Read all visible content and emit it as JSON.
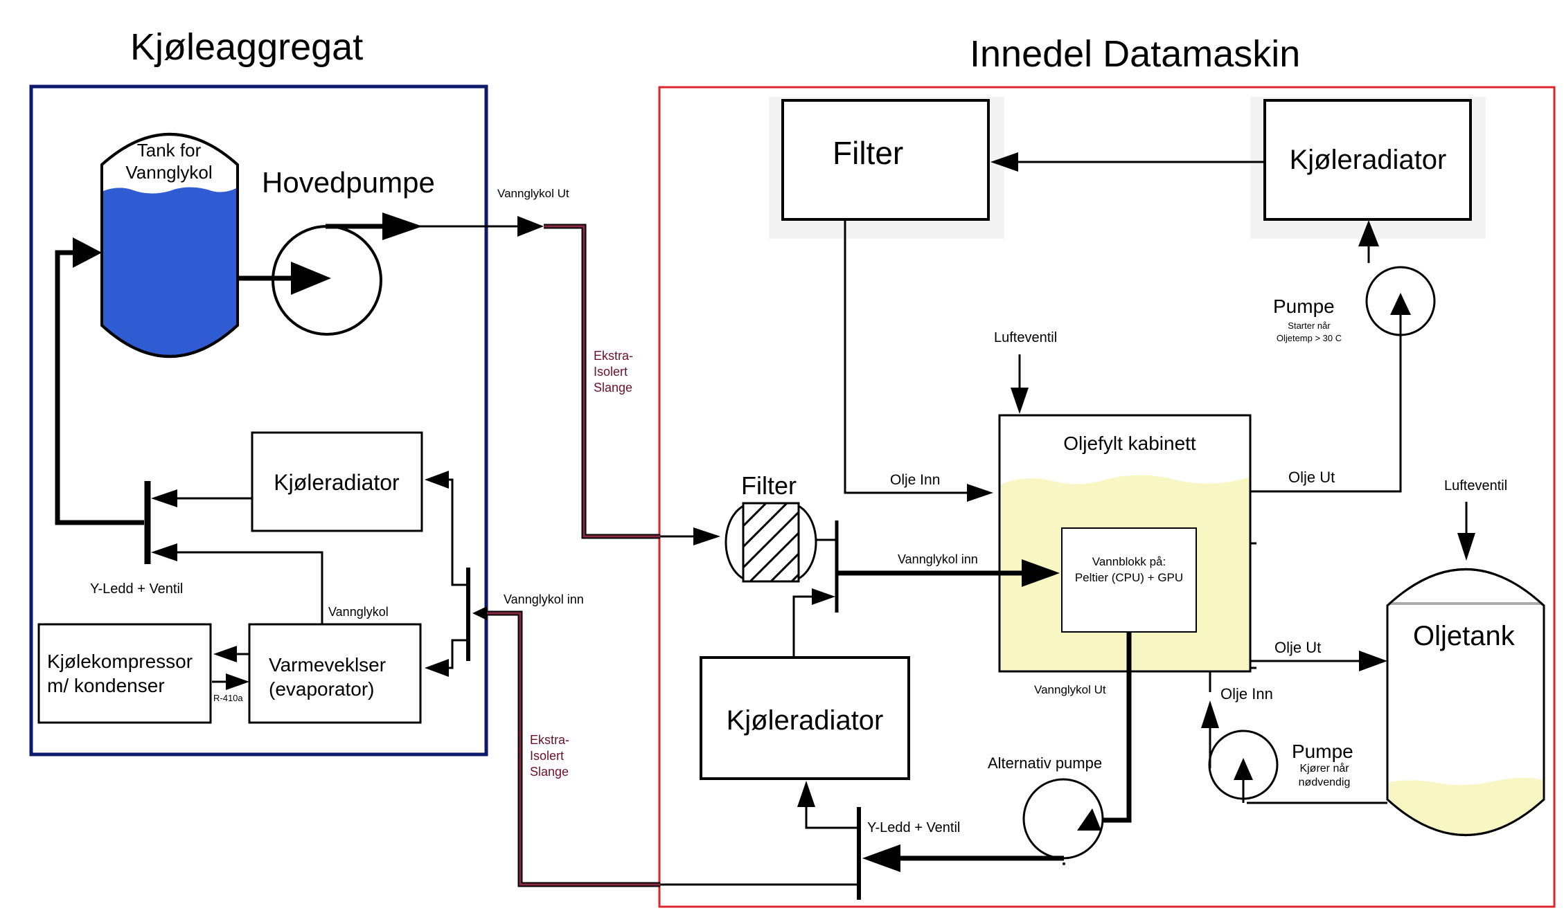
{
  "titles": {
    "left": "Kjøleaggregat",
    "right": "Innedel Datamaskin"
  },
  "left_unit": {
    "tank_line1": "Tank for",
    "tank_line2": "Vannglykol",
    "main_pump": "Hovedpumpe",
    "radiator": "Kjøleradiator",
    "y_joint": "Y-Ledd + Ventil",
    "glycol": "Vannglykol",
    "compressor_line1": "Kjølekompressor",
    "compressor_line2": "m/ kondenser",
    "exchanger_line1": "Varmeveklser",
    "exchanger_line2": "(evaporator)",
    "refrigerant": "R-410a",
    "glycol_out": "Vannglykol Ut",
    "glycol_in": "Vannglykol inn"
  },
  "hoses": {
    "top_line1": "Ekstra-",
    "top_line2": "Isolert",
    "top_line3": "Slange",
    "bottom_line1": "Ekstra-",
    "bottom_line2": "Isolert",
    "bottom_line3": "Slange"
  },
  "computer_unit": {
    "top_filter": "Filter",
    "top_radiator": "Kjøleradiator",
    "pump_top": "Pumpe",
    "pump_top_note1": "Starter når",
    "pump_top_note2": "Oljetemp > 30 C",
    "air_valve_1": "Lufteventil",
    "air_valve_2": "Lufteventil",
    "cabinet": "Oljefylt kabinett",
    "oil_in_top": "Olje Inn",
    "oil_out_top": "Olje Ut",
    "filter": "Filter",
    "glycol_in": "Vannglykol inn",
    "block_line1": "Vannblokk på:",
    "block_line2": "Peltier (CPU) + GPU",
    "oil_tank": "Oljetank",
    "oil_out_mid": "Olje Ut",
    "oil_in_mid": "Olje Inn",
    "glycol_out": "Vannglykol Ut",
    "radiator": "Kjøleradiator",
    "alt_pump": "Alternativ pumpe",
    "pump_bottom": "Pumpe",
    "pump_bottom_note1": "Kjører når",
    "pump_bottom_note2": "nødvendig",
    "y_joint": "Y-Ledd + Ventil"
  },
  "colors": {
    "left_frame": "#0d1a6b",
    "right_frame": "#e0262b",
    "glycol_fill": "#2f5bd3",
    "oil_fill": "#f8f6c2",
    "hose": "#8a2a45"
  }
}
